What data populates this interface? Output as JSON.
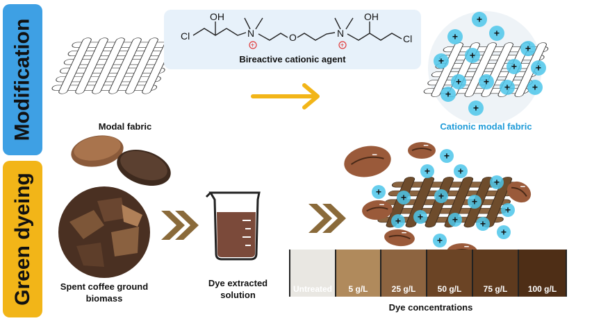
{
  "sections": {
    "modification": "Modification",
    "green_dyeing": "Green dyeing"
  },
  "labels": {
    "modal_fabric": "Modal fabric",
    "bireactive_agent": "Bireactive cationic agent",
    "cationic_fabric": "Cationic modal fabric",
    "spent_coffee": "Spent coffee ground biomass",
    "dye_solution": "Dye extracted solution",
    "dye_concentrations": "Dye concentrations"
  },
  "formula": {
    "cl_left": "Cl",
    "oh_left": "OH",
    "n_left": "N",
    "o_center": "O",
    "n_right": "N",
    "oh_right": "OH",
    "cl_right": "Cl"
  },
  "swatches": [
    {
      "label": "Untreated",
      "color": "#e9e7e2"
    },
    {
      "label": "5 g/L",
      "color": "#b08a5c"
    },
    {
      "label": "25 g/L",
      "color": "#8d6440"
    },
    {
      "label": "50 g/L",
      "color": "#6b4425"
    },
    {
      "label": "75 g/L",
      "color": "#5e3a1e"
    },
    {
      "label": "100 g/L",
      "color": "#4e2e16"
    }
  ],
  "colors": {
    "modification_tab": "#3ea0e4",
    "green_dyeing_tab": "#f2b518",
    "arrow": "#f2b518",
    "chevron": "#8a6a3a",
    "cation": "#4cc6ea",
    "cationic_label": "#1f9bd8"
  },
  "icons": {
    "plus": "+",
    "minus": "−"
  }
}
